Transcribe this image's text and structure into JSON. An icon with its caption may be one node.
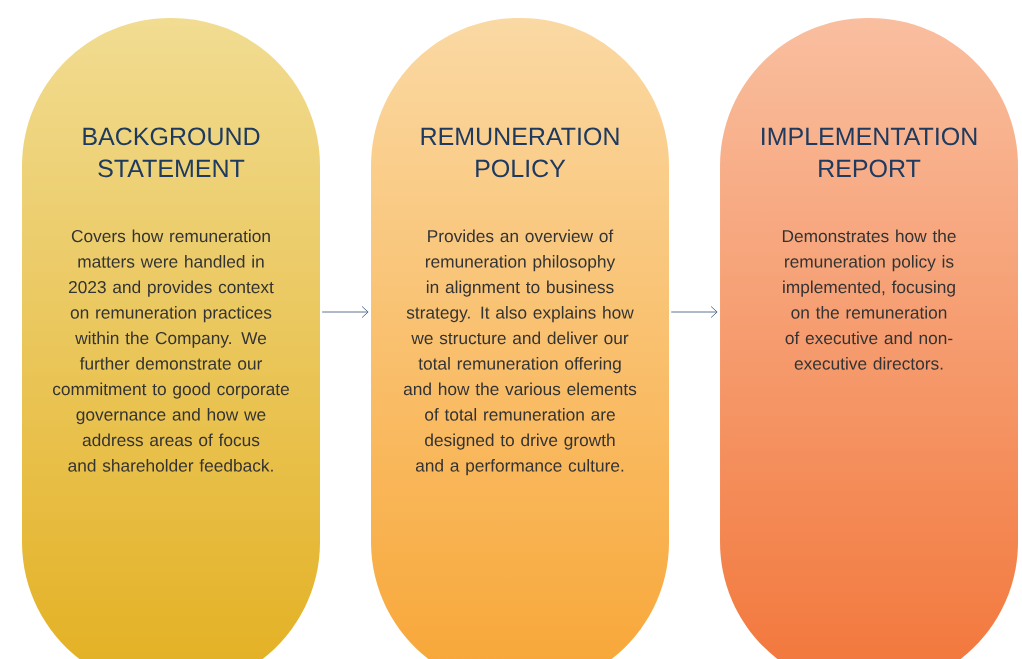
{
  "diagram": {
    "nodes": [
      {
        "text": [
          "BACKGROUND STATEMENT",
          "Covers how remuneration matters were handled in 2023 and provides context on remuneration practices within the Company. We further demonstrate our commitment to good corporate governance and how we address areas of focus and shareholder feedback."
        ]
      },
      {
        "text": [
          "REMUNERATION POLICY",
          "Provides an overview of remuneration philosophy in alignment to business strategy. It also explains how we structure and deliver our total remuneration offering and how the various elements of total remuneration are designed to drive growth and a performance culture."
        ]
      },
      {
        "text": [
          "IMPLEMENTATION REPORT",
          "Demonstrates how the remuneration policy is implemented, focusing on the remuneration of executive and non-executive directors."
        ]
      }
    ],
    "edges": [
      {
        "from": 0,
        "to": 1,
        "arrow": "to"
      },
      {
        "from": 1,
        "to": 2,
        "arrow": "to"
      }
    ]
  }
}
